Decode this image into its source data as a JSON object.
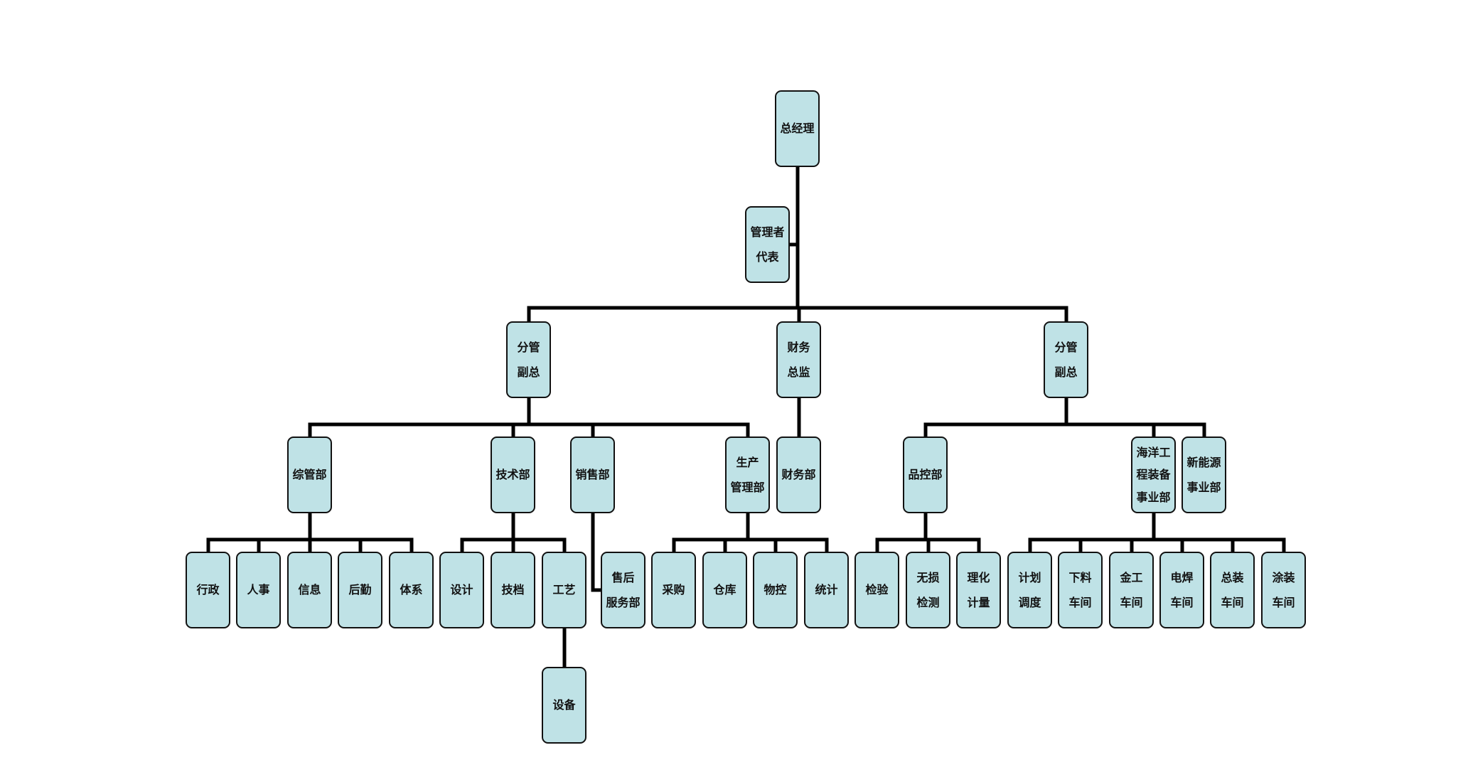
{
  "org": {
    "gm": "总经理",
    "rep": "管理者\n代表",
    "vp_left": "分管\n副总",
    "cfo": "财务\n总监",
    "vp_right": "分管\n副总",
    "admin_dept": "综管部",
    "tech_dept": "技术部",
    "sales_dept": "销售部",
    "prod_dept": "生产\n管理部",
    "finance_dept": "财务部",
    "qc_dept": "品控部",
    "marine_dept": "海洋工\n程装备\n事业部",
    "newenergy_dept": "新能源\n事业部",
    "admin_children": [
      "行政",
      "人事",
      "信息",
      "后勤",
      "体系"
    ],
    "tech_children": [
      "设计",
      "技档",
      "工艺"
    ],
    "equipment": "设备",
    "aftersales": "售后\n服务部",
    "prod_children": [
      "采购",
      "仓库",
      "物控",
      "统计"
    ],
    "qc_children": [
      "检验",
      "无损\n检测",
      "理化\n计量"
    ],
    "marine_children": [
      "计划\n调度",
      "下料\n车间",
      "金工\n车间",
      "电焊\n车间",
      "总装\n车间",
      "涂装\n车间"
    ]
  }
}
